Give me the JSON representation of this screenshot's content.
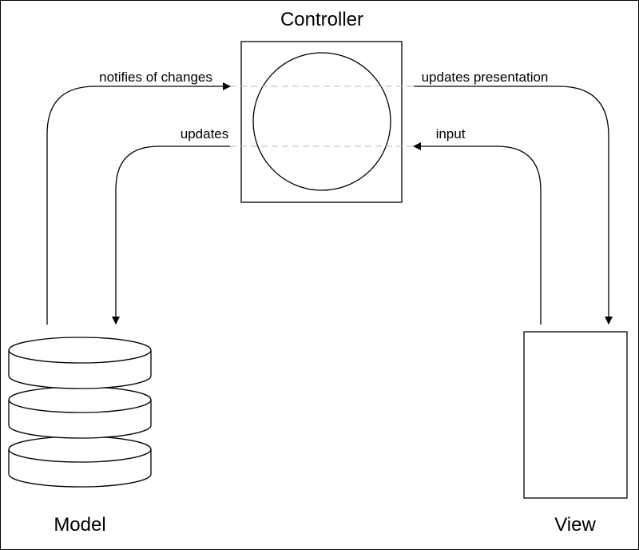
{
  "diagram": {
    "controller": {
      "label": "Controller"
    },
    "model": {
      "label": "Model"
    },
    "view": {
      "label": "View"
    },
    "edges": {
      "notifies": {
        "label": "notifies of changes"
      },
      "updates_model": {
        "label": "updates"
      },
      "updates_presentation": {
        "label": "updates presentation"
      },
      "input": {
        "label": "input"
      }
    }
  },
  "colors": {
    "stroke": "#000000",
    "dashed_guide": "#b8b8b8",
    "background": "#ffffff"
  }
}
